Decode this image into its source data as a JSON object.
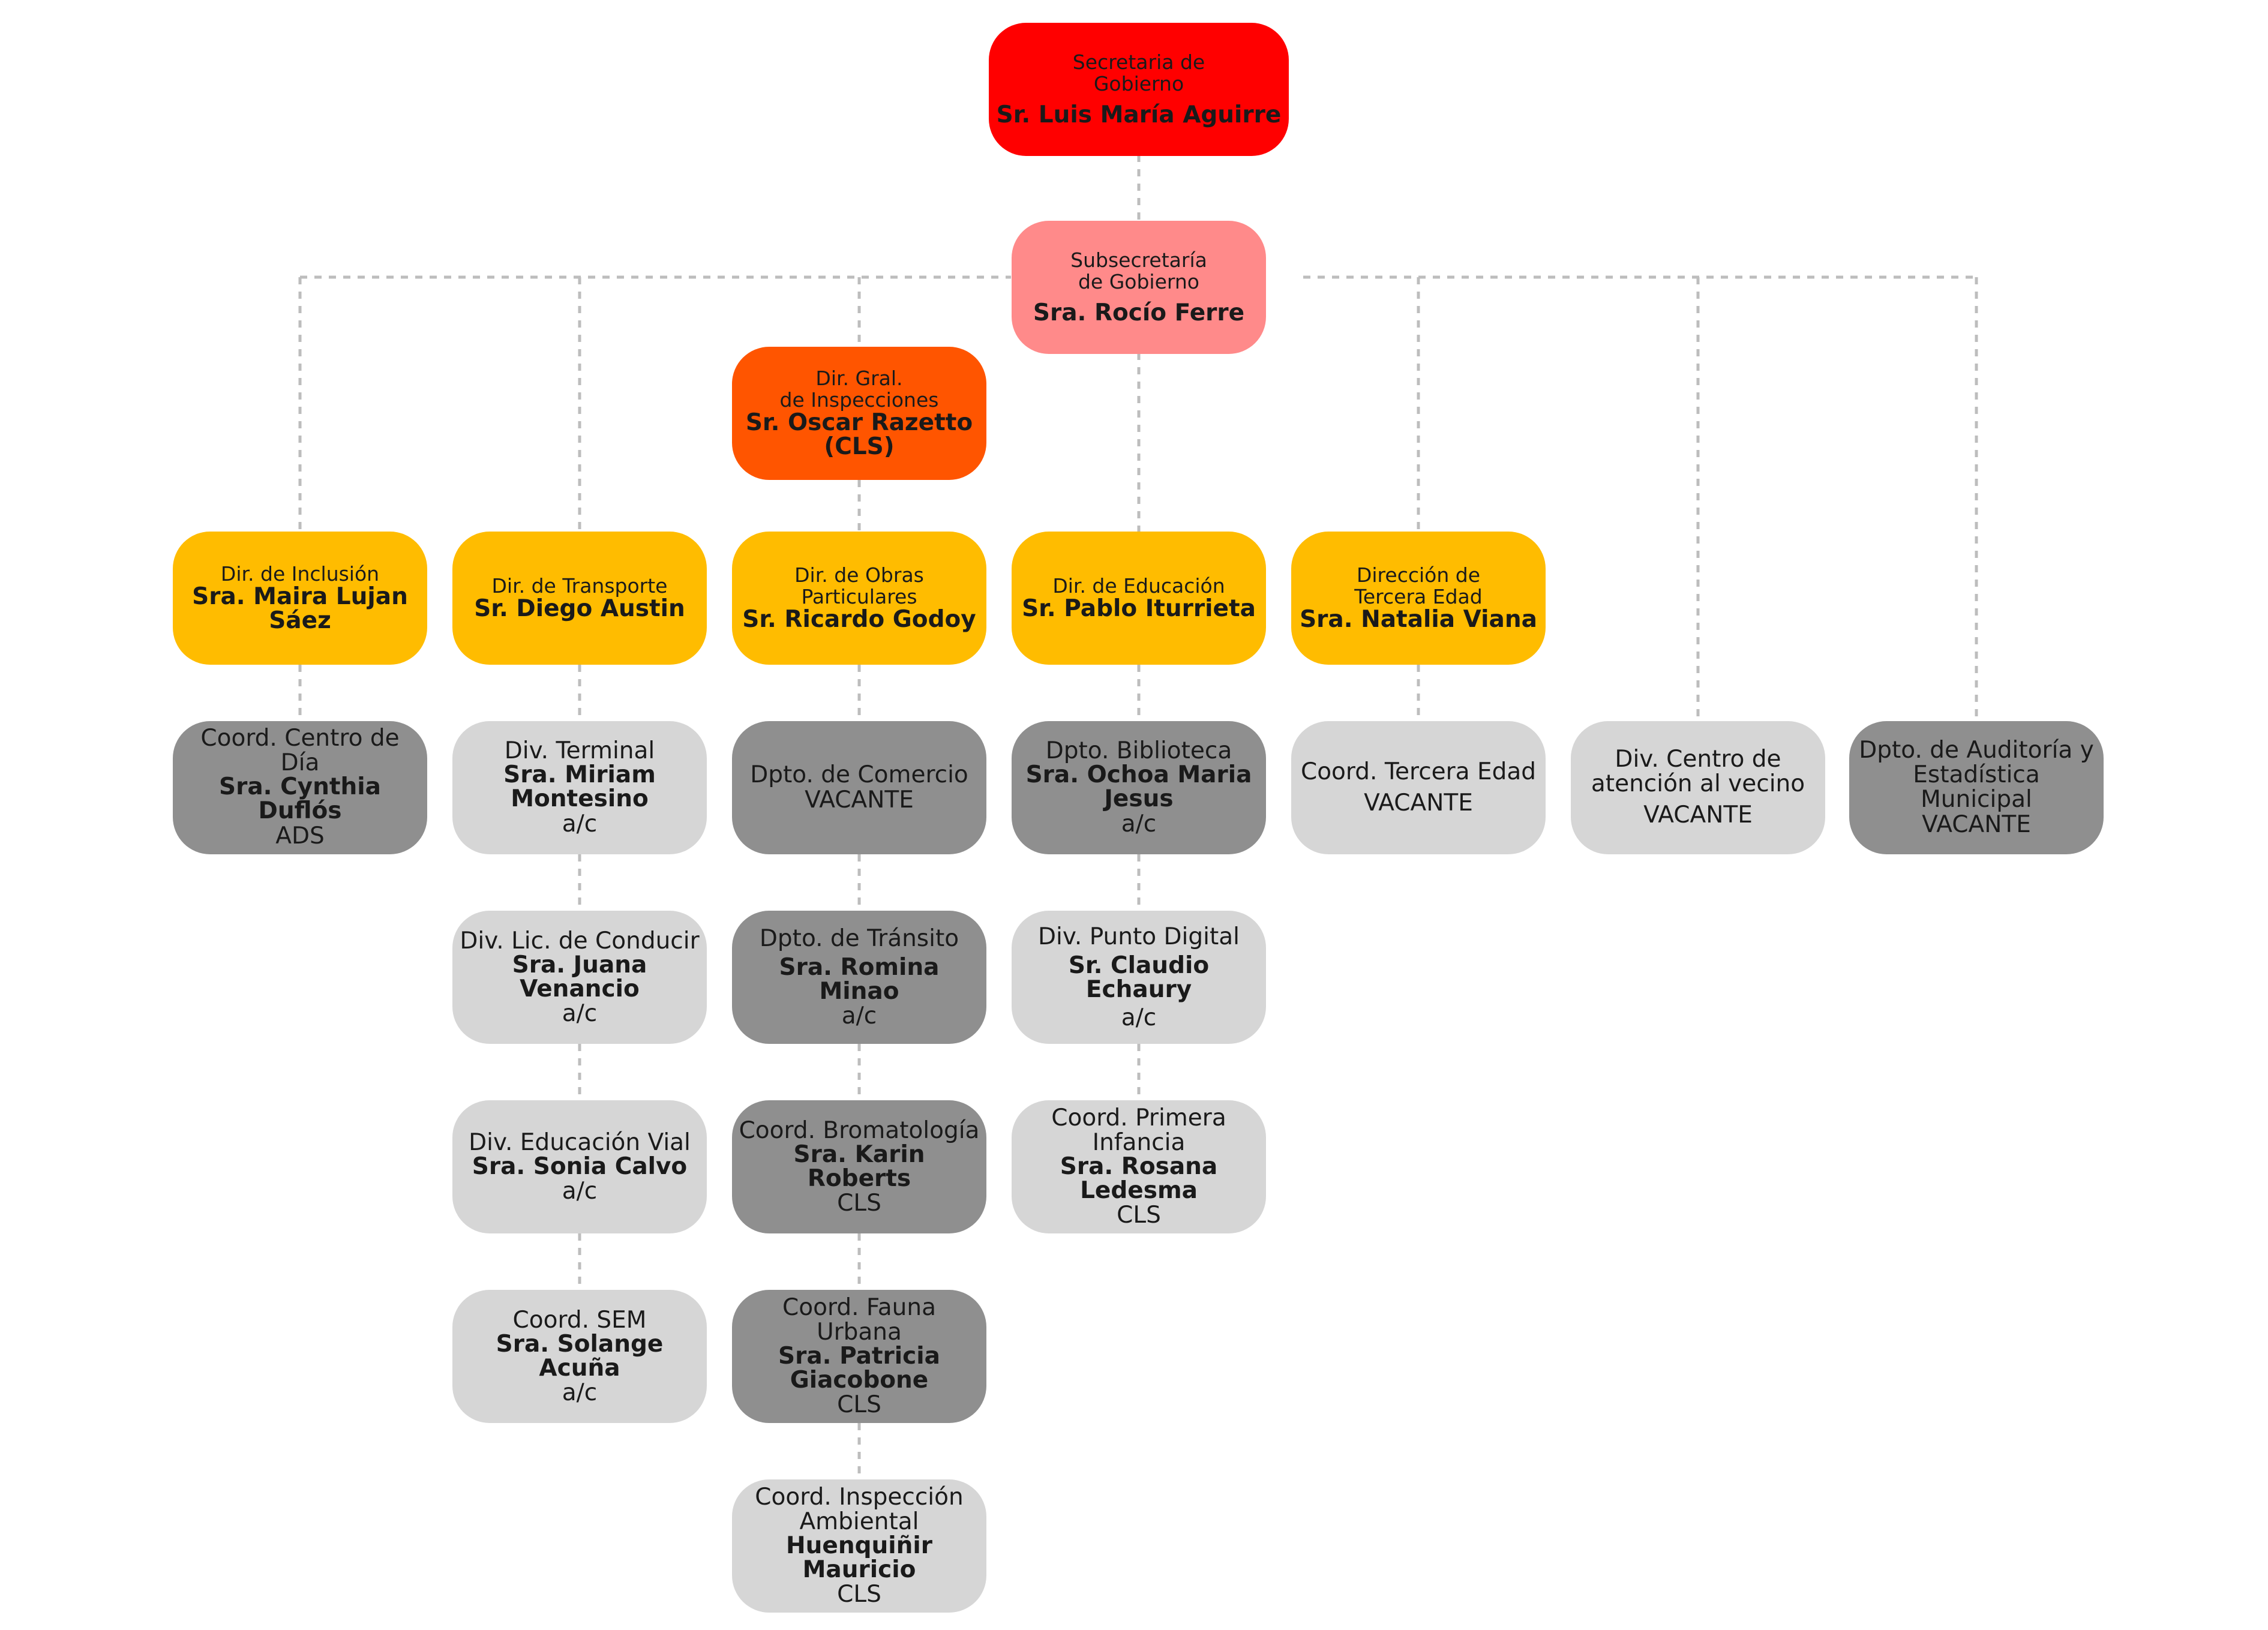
{
  "colors": {
    "secretaria": "#ff0000",
    "subsecretaria": "#ff8a8a",
    "direccion_general": "#ff5500",
    "direccion": "#ffbc00",
    "dark_gray": "#8f8f8f",
    "light_gray": "#d6d6d6",
    "connector": "#bdbdbd"
  },
  "nodes": {
    "secretaria": {
      "title": "Secretaria de\nGobierno",
      "name": "Sr. Luis María Aguirre",
      "status": ""
    },
    "subsecretaria": {
      "title": "Subsecretaría\nde Gobierno",
      "name": "Sra. Rocío Ferre",
      "status": ""
    },
    "dir_inspecciones": {
      "title": "Dir. Gral.\nde Inspecciones",
      "name": "Sr. Oscar Razetto\n(CLS)",
      "status": ""
    },
    "dir_inclusion": {
      "title": "Dir. de Inclusión",
      "name": "Sra. Maira Lujan Sáez",
      "status": ""
    },
    "dir_transporte": {
      "title": "Dir. de Transporte",
      "name": "Sr. Diego Austin",
      "status": ""
    },
    "dir_obras": {
      "title": "Dir. de Obras\nParticulares",
      "name": "Sr. Ricardo Godoy",
      "status": ""
    },
    "dir_educacion": {
      "title": "Dir. de Educación",
      "name": "Sr. Pablo Iturrieta",
      "status": ""
    },
    "dir_tercera_edad": {
      "title": "Dirección de\nTercera Edad",
      "name": "Sra. Natalia Viana",
      "status": ""
    },
    "coord_centro_dia": {
      "title": "Coord. Centro de Día",
      "name": "Sra. Cynthia Duflós",
      "status": "ADS"
    },
    "div_terminal": {
      "title": "Div. Terminal",
      "name": "Sra. Miriam\nMontesino",
      "status": "a/c"
    },
    "dpto_comercio": {
      "title": "Dpto. de Comercio",
      "name": "",
      "status": "VACANTE"
    },
    "dpto_biblioteca": {
      "title": "Dpto. Biblioteca",
      "name": "Sra. Ochoa Maria\nJesus",
      "status": "a/c"
    },
    "coord_tercera_edad": {
      "title": "Coord. Tercera Edad",
      "name": "",
      "status": "VACANTE"
    },
    "div_atencion_vecino": {
      "title": "Div. Centro de\natención al vecino",
      "name": "",
      "status": "VACANTE"
    },
    "dpto_auditoria": {
      "title": "Dpto. de Auditoría y\nEstadística Municipal",
      "name": "",
      "status": "VACANTE"
    },
    "div_lic_conducir": {
      "title": "Div. Lic. de Conducir",
      "name": "Sra. Juana Venancio",
      "status": "a/c"
    },
    "dpto_transito": {
      "title": "Dpto. de Tránsito",
      "name": "Sra. Romina Minao",
      "status": "a/c"
    },
    "div_punto_digital": {
      "title": "Div. Punto Digital",
      "name": "Sr. Claudio Echaury",
      "status": "a/c"
    },
    "div_educacion_vial": {
      "title": "Div. Educación Vial",
      "name": "Sra. Sonia Calvo",
      "status": "a/c"
    },
    "coord_bromatologia": {
      "title": "Coord. Bromatología",
      "name": "Sra. Karin Roberts",
      "status": "CLS"
    },
    "coord_primera_infancia": {
      "title": "Coord. Primera\nInfancia",
      "name": "Sra. Rosana Ledesma",
      "status": "CLS"
    },
    "coord_sem": {
      "title": "Coord. SEM",
      "name": "Sra. Solange Acuña",
      "status": "a/c"
    },
    "coord_fauna_urbana": {
      "title": "Coord. Fauna Urbana",
      "name": "Sra. Patricia\nGiacobone",
      "status": "CLS"
    },
    "coord_inspeccion_ambiental": {
      "title": "Coord. Inspección\nAmbiental",
      "name": "Huenquiñir Mauricio",
      "status": "CLS"
    }
  }
}
